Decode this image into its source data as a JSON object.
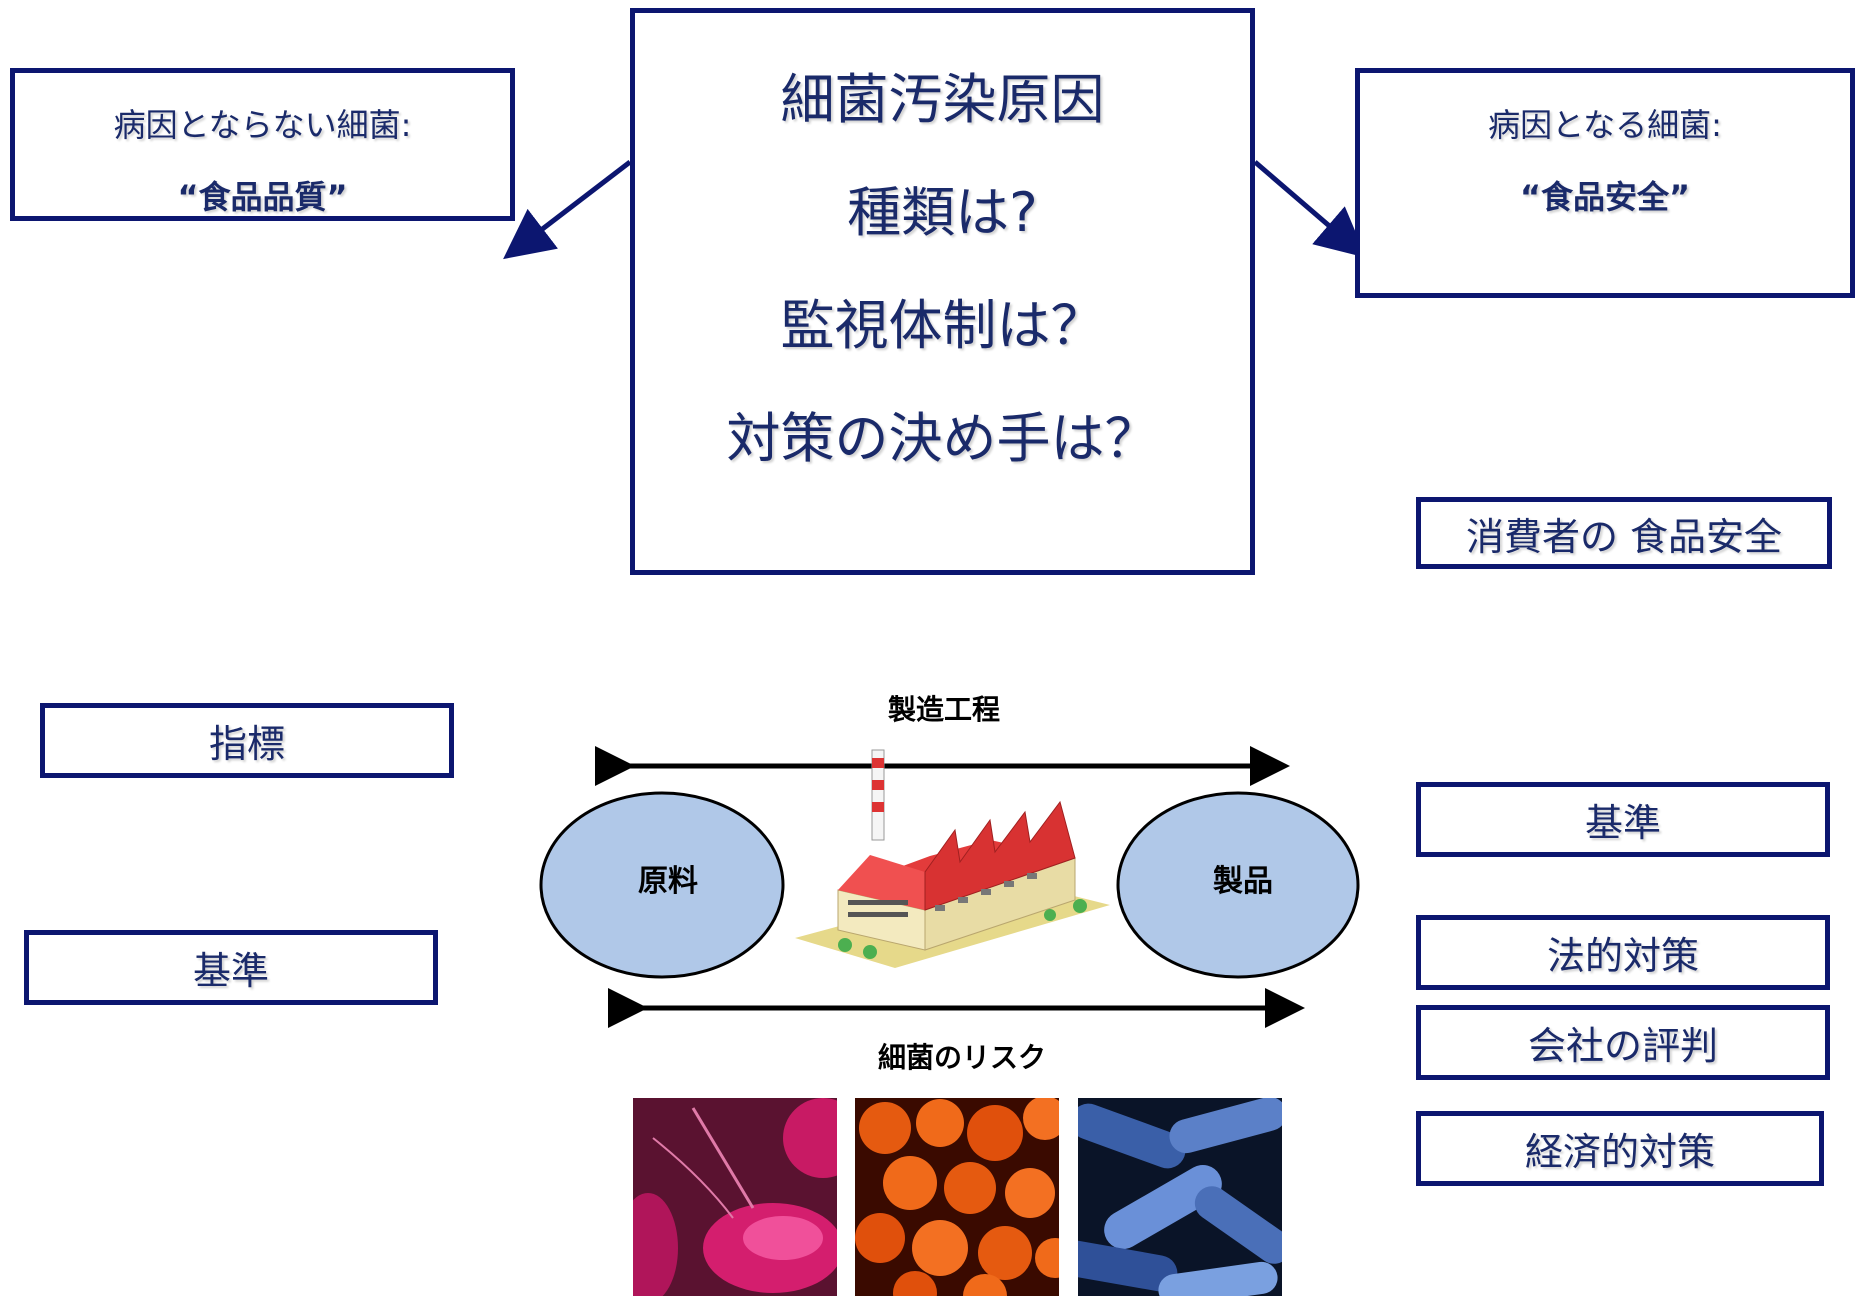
{
  "center": {
    "lines": [
      "細菌汚染原因",
      "種類は?",
      "監視体制は？",
      "対策の決め手は？"
    ]
  },
  "left_top": {
    "line1": "病因とならない細菌:",
    "line2": "“食品品質”"
  },
  "right_top": {
    "line1": "病因となる細菌:",
    "line2": "“食品安全”"
  },
  "consumer": {
    "label": "消費者の 食品安全"
  },
  "left_labels": {
    "indicator": "指標",
    "standard": "基準"
  },
  "right_labels": {
    "standard": "基準",
    "legal": "法的対策",
    "reputation": "会社の評判",
    "economic": "経済的対策"
  },
  "process": {
    "top_label": "製造工程",
    "raw": "原料",
    "product": "製品",
    "bottom_label": "細菌のリスク"
  },
  "colors": {
    "border": "#0c1670",
    "text": "#1a2a6a",
    "ellipse": "#b0c8e8",
    "roof": "#e33b3b",
    "building": "#f3eabf"
  }
}
